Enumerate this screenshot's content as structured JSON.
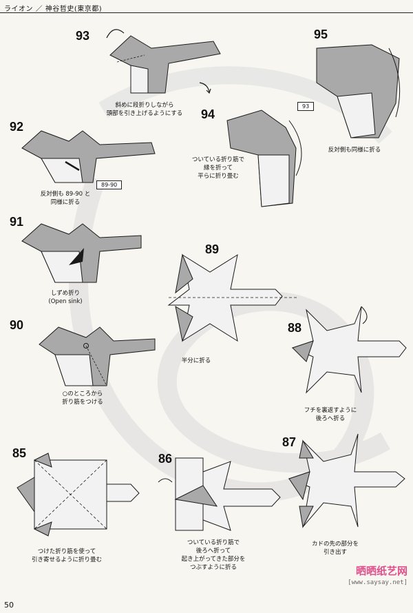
{
  "header": {
    "title": "ライオン ／ 神谷哲史(東京都)"
  },
  "page_number": "50",
  "watermark": {
    "brand": "晒晒纸艺网",
    "url": "[www.saysay.net]"
  },
  "steps": [
    {
      "num": "93",
      "caption": [
        "斜めに段折りしながら",
        "頭部を引き上げるようにする"
      ]
    },
    {
      "num": "94",
      "caption": [
        "ついている折り筋で",
        "縁を折って",
        "平らに折り畳む"
      ]
    },
    {
      "num": "95",
      "caption": [
        "反対側も同様に折る"
      ],
      "ref": "93"
    },
    {
      "num": "92",
      "caption": [
        "反対側も 89-90 と",
        "同様に折る"
      ],
      "ref": "89-90"
    },
    {
      "num": "91",
      "caption": [
        "しずめ折り",
        "(Open sink)"
      ]
    },
    {
      "num": "89",
      "caption": [
        "半分に折る"
      ]
    },
    {
      "num": "90",
      "caption": [
        "○のところから",
        "折り筋をつける"
      ]
    },
    {
      "num": "88",
      "caption": [
        "フチを裏返すように",
        "後ろへ折る"
      ]
    },
    {
      "num": "85",
      "caption": [
        "つけた折り筋を使って",
        "引き寄せるように折り畳む"
      ]
    },
    {
      "num": "86",
      "caption": [
        "ついている折り筋で",
        "後ろへ折って",
        "起き上がってきた部分を",
        "つぶすように折る"
      ]
    },
    {
      "num": "87",
      "caption": [
        "カドの先の部分を",
        "引き出す"
      ]
    }
  ],
  "colors": {
    "paper_gray": "#a9a9a9",
    "paper_light": "#f2f2f2",
    "line": "#1a1a1a",
    "swirl": "#dcdcdc",
    "watermark_pink": "#e0508c"
  }
}
